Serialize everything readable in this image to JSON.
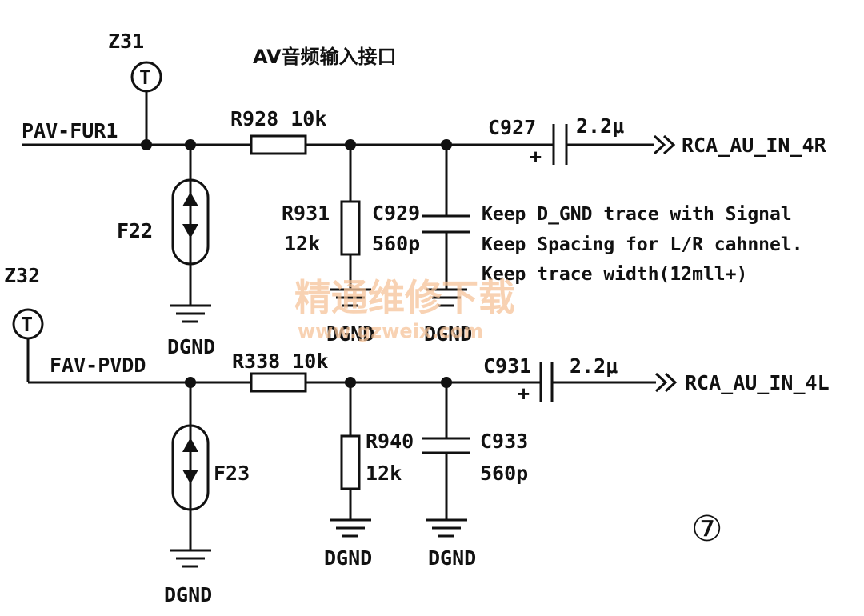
{
  "title": "AV音频输入接口",
  "labels": {
    "z31": "Z31",
    "z32": "Z32",
    "test_point": "T",
    "pav_fur1": "PAV-FUR1",
    "fav_pvdd": "FAV-PVDD",
    "r928": "R928 10k",
    "r338": "R338 10k",
    "r931": "R931",
    "r931_val": "12k",
    "r940": "R940",
    "r940_val": "12k",
    "c929": "C929",
    "c929_val": "560p",
    "c933": "C933",
    "c933_val": "560p",
    "c927": "C927",
    "c927_val": "2.2μ",
    "c931": "C931",
    "c931_val": "2.2μ",
    "f22": "F22",
    "f23": "F23",
    "rca_4r": "RCA_AU_IN_4R",
    "rca_4l": "RCA_AU_IN_4L",
    "dgnd": "DGND",
    "plus": "+",
    "page_number": "⑦"
  },
  "notes": [
    "Keep D_GND trace with Signal",
    "Keep Spacing for L/R cahnnel.",
    "Keep trace width(12mll+)"
  ],
  "watermark": {
    "text": "精通维修下载",
    "url": "www.gzweix.com"
  }
}
